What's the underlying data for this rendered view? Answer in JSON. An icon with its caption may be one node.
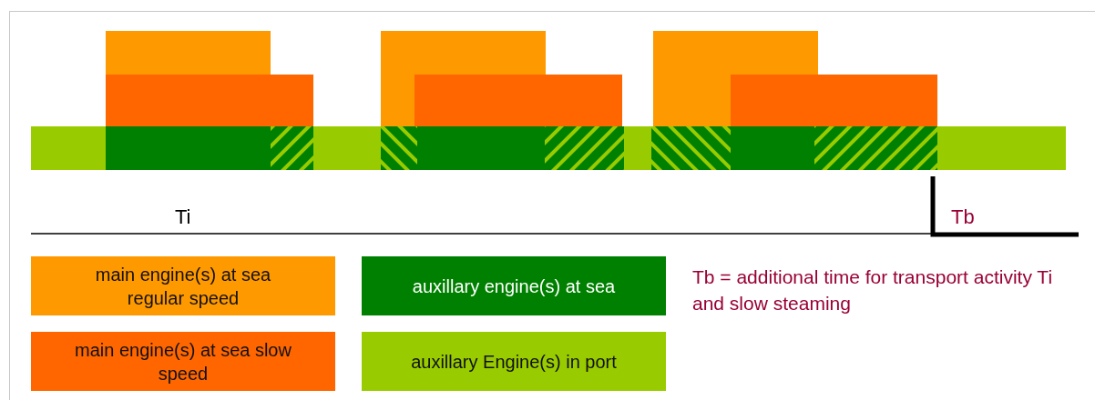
{
  "diagram": {
    "labels": [
      "Ti",
      "Tb",
      "Tb = additional time for transport activity Ti and slow steaming"
    ],
    "legend": [
      {
        "text": "main engine(s) at sea regular speed",
        "color": "#ff9900"
      },
      {
        "text": "main engine(s) at sea slow speed",
        "color": "#ff6600"
      },
      {
        "text": "auxillary engine(s) at sea",
        "color": "#008000"
      },
      {
        "text": "auxillary Engine(s) in port",
        "color": "#99cc00"
      }
    ]
  }
}
